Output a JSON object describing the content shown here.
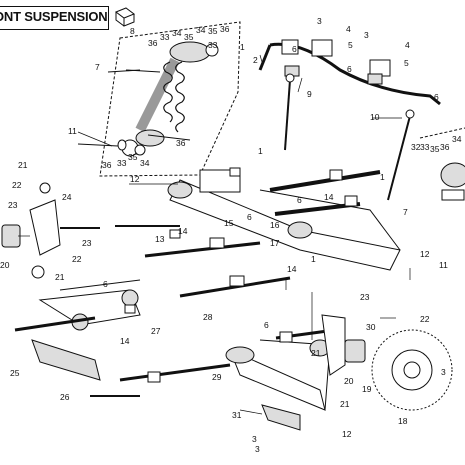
{
  "header": {
    "title": "ONT SUSPENSION"
  },
  "callouts": {
    "c1": "1",
    "c2": "2",
    "c3": "3",
    "c4": "4",
    "c5": "5",
    "c6": "6",
    "c7": "7",
    "c8": "8",
    "c9": "9",
    "c10": "10",
    "c11": "11",
    "c12": "12",
    "c13": "13",
    "c14": "14",
    "c15": "15",
    "c16": "16",
    "c17": "17",
    "c18": "18",
    "c19": "19",
    "c20": "20",
    "c21": "21",
    "c22": "22",
    "c23": "23",
    "c24": "24",
    "c25": "25",
    "c26": "26",
    "c27": "27",
    "c28": "28",
    "c29": "29",
    "c30": "30",
    "c31": "31",
    "c32": "32",
    "c33": "33",
    "c34": "34",
    "c35": "35",
    "c36": "36"
  },
  "colors": {
    "line": "#111111",
    "accent": "#666666"
  }
}
